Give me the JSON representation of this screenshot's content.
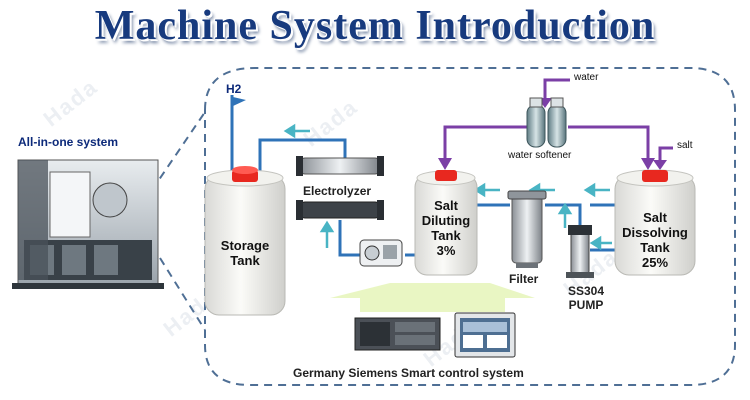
{
  "title": "Machine System Introduction",
  "labels": {
    "all_in_one": "All-in-one system",
    "h2": "H2",
    "electrolyzer": "Electrolyzer",
    "filter": "Filter",
    "pump": [
      "SS304",
      "PUMP"
    ],
    "water": "water",
    "water_softener": "water softener",
    "salt": "salt",
    "control": "Germany Siemens Smart control system"
  },
  "tanks": {
    "storage": [
      "Storage",
      "Tank"
    ],
    "diluting": [
      "Salt",
      "Diluting",
      "Tank",
      "3%"
    ],
    "dissolving": [
      "Salt",
      "Dissolving",
      "Tank",
      "25%"
    ]
  },
  "watermark": "Hada",
  "colors": {
    "title": "#173a7e",
    "pipe": "#2f73b8",
    "flow_arrow": "#49b4c4",
    "feed_arrow": "#7b3fa6",
    "cap": "#e8281f",
    "dashed_border": "#4f6f95",
    "highlight": "#e5f4b8"
  }
}
